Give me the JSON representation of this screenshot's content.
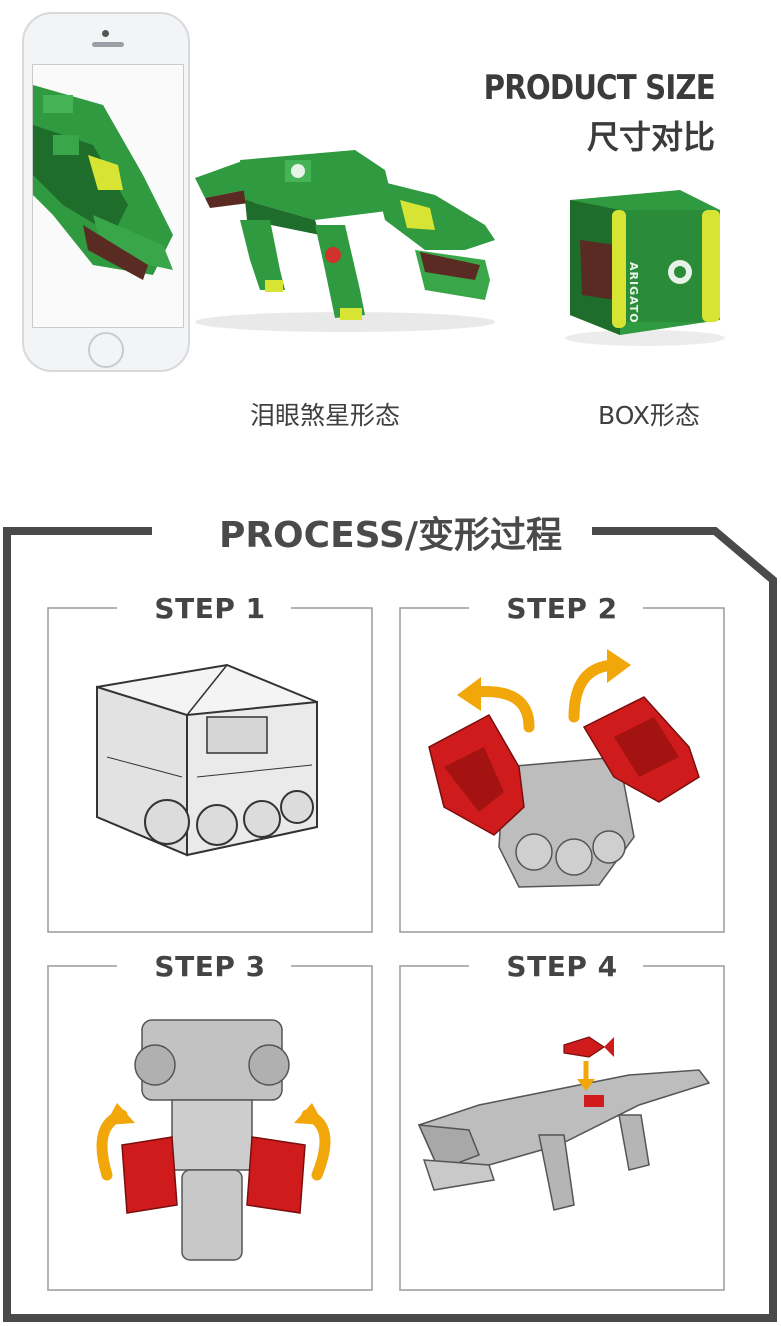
{
  "header": {
    "title_en": "PRODUCT SIZE",
    "title_cn": "尺寸对比"
  },
  "product": {
    "caption_robot": "泪眼煞星形态",
    "caption_box": "BOX形态",
    "box_label": "ARIGATO"
  },
  "process": {
    "title": "PROCESS/变形过程",
    "steps": [
      {
        "label": "STEP 1"
      },
      {
        "label": "STEP 2"
      },
      {
        "label": "STEP 3"
      },
      {
        "label": "STEP 4"
      }
    ]
  },
  "colors": {
    "toy_green": "#2f9a3f",
    "toy_dark_green": "#1f6d2a",
    "toy_yellow": "#d7e434",
    "part_red": "#cf1b1b",
    "arrow_orange": "#f1a60a",
    "frame_gray": "#4a4a4a"
  }
}
